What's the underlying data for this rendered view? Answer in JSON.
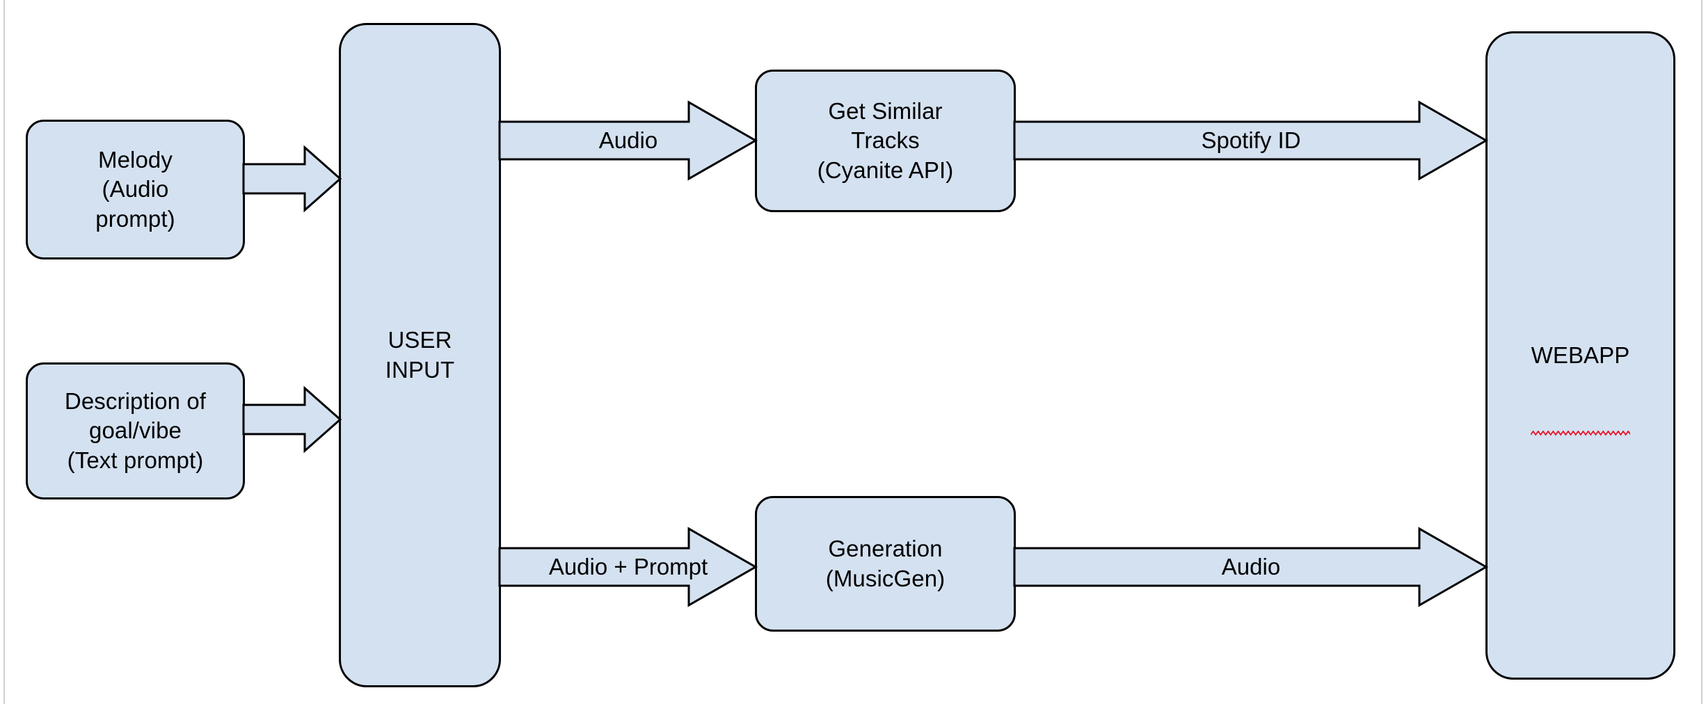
{
  "diagram": {
    "title": "Music generation pipeline flow diagram",
    "colors": {
      "node_fill": "#d4e1f0",
      "node_border": "#000000",
      "arrow_fill": "#d4e1f0",
      "arrow_border": "#000000",
      "spellcheck_squiggle": "#e81123",
      "page_rule": "#d0d0d0",
      "background": "#ffffff"
    },
    "nodes": [
      {
        "id": "melody",
        "label": "Melody\n(Audio\nprompt)"
      },
      {
        "id": "description",
        "label": "Description of\ngoal/vibe\n(Text prompt)"
      },
      {
        "id": "user_input",
        "label": "USER\nINPUT"
      },
      {
        "id": "similar",
        "label": "Get Similar\nTracks\n(Cyanite API)"
      },
      {
        "id": "generation",
        "label": "Generation\n(MusicGen)"
      },
      {
        "id": "webapp",
        "label": "WEBAPP",
        "spellcheck_error": true
      }
    ],
    "arrows": [
      {
        "id": "melody_to_input",
        "label": "",
        "from": "melody",
        "to": "user_input"
      },
      {
        "id": "description_to_input",
        "label": "",
        "from": "description",
        "to": "user_input"
      },
      {
        "id": "audio_top",
        "label": "Audio",
        "from": "user_input",
        "to": "similar"
      },
      {
        "id": "audio_prompt",
        "label": "Audio + Prompt",
        "from": "user_input",
        "to": "generation"
      },
      {
        "id": "spotify_id",
        "label": "Spotify ID",
        "from": "similar",
        "to": "webapp"
      },
      {
        "id": "audio_bottom",
        "label": "Audio",
        "from": "generation",
        "to": "webapp"
      }
    ]
  }
}
